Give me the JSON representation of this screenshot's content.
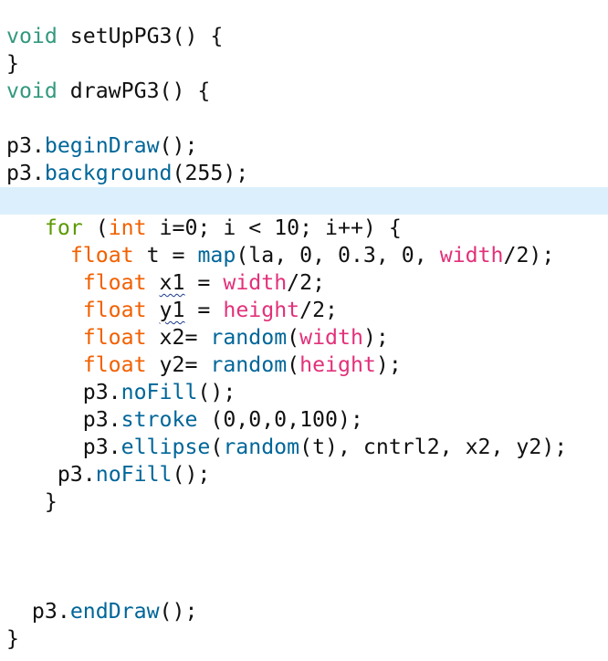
{
  "editor": {
    "highlight_color": "#dbf0fc",
    "highlighted_line": 6,
    "lines": [
      [
        [
          "void",
          "kw"
        ],
        [
          " setUpPG3() {",
          "plain"
        ]
      ],
      [
        [
          "}",
          "plain"
        ]
      ],
      [
        [
          "void",
          "kw"
        ],
        [
          " drawPG3() {",
          "plain"
        ]
      ],
      [],
      [
        [
          "p3.",
          "plain"
        ],
        [
          "beginDraw",
          "fn"
        ],
        [
          "();",
          "plain"
        ]
      ],
      [
        [
          "p3.",
          "plain"
        ],
        [
          "background",
          "fn"
        ],
        [
          "(255);",
          "plain"
        ]
      ],
      [],
      [
        [
          "   ",
          "plain"
        ],
        [
          "for",
          "ctrl"
        ],
        [
          " (",
          "plain"
        ],
        [
          "int",
          "type"
        ],
        [
          " i=0; i < 10; i++) {",
          "plain"
        ]
      ],
      [
        [
          "     ",
          "plain"
        ],
        [
          "float",
          "type"
        ],
        [
          " t = ",
          "plain"
        ],
        [
          "map",
          "fn"
        ],
        [
          "(la, 0, 0.3, 0, ",
          "plain"
        ],
        [
          "width",
          "var"
        ],
        [
          "/2);",
          "plain"
        ]
      ],
      [
        [
          "      ",
          "plain"
        ],
        [
          "float",
          "type"
        ],
        [
          " ",
          "plain"
        ],
        [
          "x1",
          "warn"
        ],
        [
          " = ",
          "plain"
        ],
        [
          "width",
          "var"
        ],
        [
          "/2;",
          "plain"
        ]
      ],
      [
        [
          "      ",
          "plain"
        ],
        [
          "float",
          "type"
        ],
        [
          " ",
          "plain"
        ],
        [
          "y1",
          "warn"
        ],
        [
          " = ",
          "plain"
        ],
        [
          "height",
          "var"
        ],
        [
          "/2;",
          "plain"
        ]
      ],
      [
        [
          "      ",
          "plain"
        ],
        [
          "float",
          "type"
        ],
        [
          " x2= ",
          "plain"
        ],
        [
          "random",
          "fn"
        ],
        [
          "(",
          "plain"
        ],
        [
          "width",
          "var"
        ],
        [
          ");",
          "plain"
        ]
      ],
      [
        [
          "      ",
          "plain"
        ],
        [
          "float",
          "type"
        ],
        [
          " y2= ",
          "plain"
        ],
        [
          "random",
          "fn"
        ],
        [
          "(",
          "plain"
        ],
        [
          "height",
          "var"
        ],
        [
          ");",
          "plain"
        ]
      ],
      [
        [
          "      p3.",
          "plain"
        ],
        [
          "noFill",
          "fn"
        ],
        [
          "();",
          "plain"
        ]
      ],
      [
        [
          "      p3.",
          "plain"
        ],
        [
          "stroke",
          "fn"
        ],
        [
          " (0,0,0,100);",
          "plain"
        ]
      ],
      [
        [
          "      p3.",
          "plain"
        ],
        [
          "ellipse",
          "fn"
        ],
        [
          "(",
          "plain"
        ],
        [
          "random",
          "fn"
        ],
        [
          "(t), cntrl2, x2, y2);",
          "plain"
        ]
      ],
      [
        [
          "    p3.",
          "plain"
        ],
        [
          "noFill",
          "fn"
        ],
        [
          "();",
          "plain"
        ]
      ],
      [
        [
          "   }",
          "plain"
        ]
      ],
      [],
      [],
      [],
      [
        [
          "  p3.",
          "plain"
        ],
        [
          "endDraw",
          "fn"
        ],
        [
          "();",
          "plain"
        ]
      ],
      [
        [
          "}",
          "plain"
        ]
      ]
    ]
  }
}
